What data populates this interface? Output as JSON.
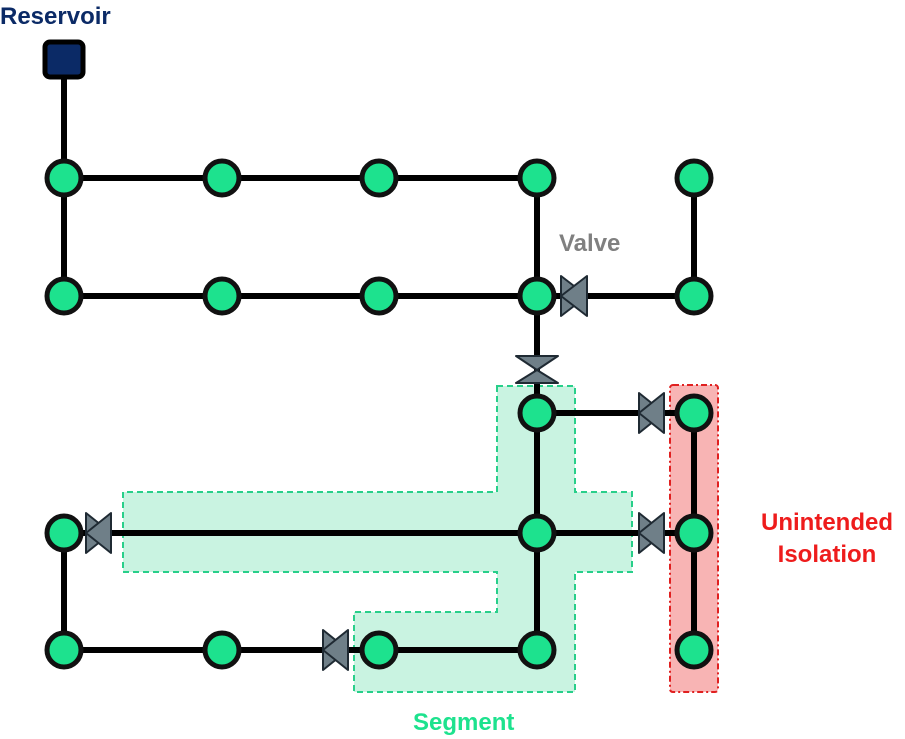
{
  "labels": {
    "reservoir": "Reservoir",
    "valve": "Valve",
    "segment": "Segment",
    "unintended_line1": "Unintended",
    "unintended_line2": "Isolation"
  },
  "colors": {
    "node_fill": "#1de28e",
    "node_stroke": "#111111",
    "pipe": "#000000",
    "reservoir_fill": "#0b2a66",
    "valve_fill": "#6f7f88",
    "valve_stroke": "#1f2a33",
    "segment_fill": "#c9f3e1",
    "segment_stroke": "#28cf8a",
    "isolation_fill": "#f8b4b4",
    "isolation_stroke": "#e02020",
    "reservoir_text": "#0b2a66",
    "valve_text": "#808080",
    "segment_text": "#1de28e",
    "isolation_text": "#ee1c1c"
  },
  "icons": {
    "reservoir": "square-tank-icon",
    "node": "circle-junction-icon",
    "valve": "bowtie-valve-icon"
  }
}
